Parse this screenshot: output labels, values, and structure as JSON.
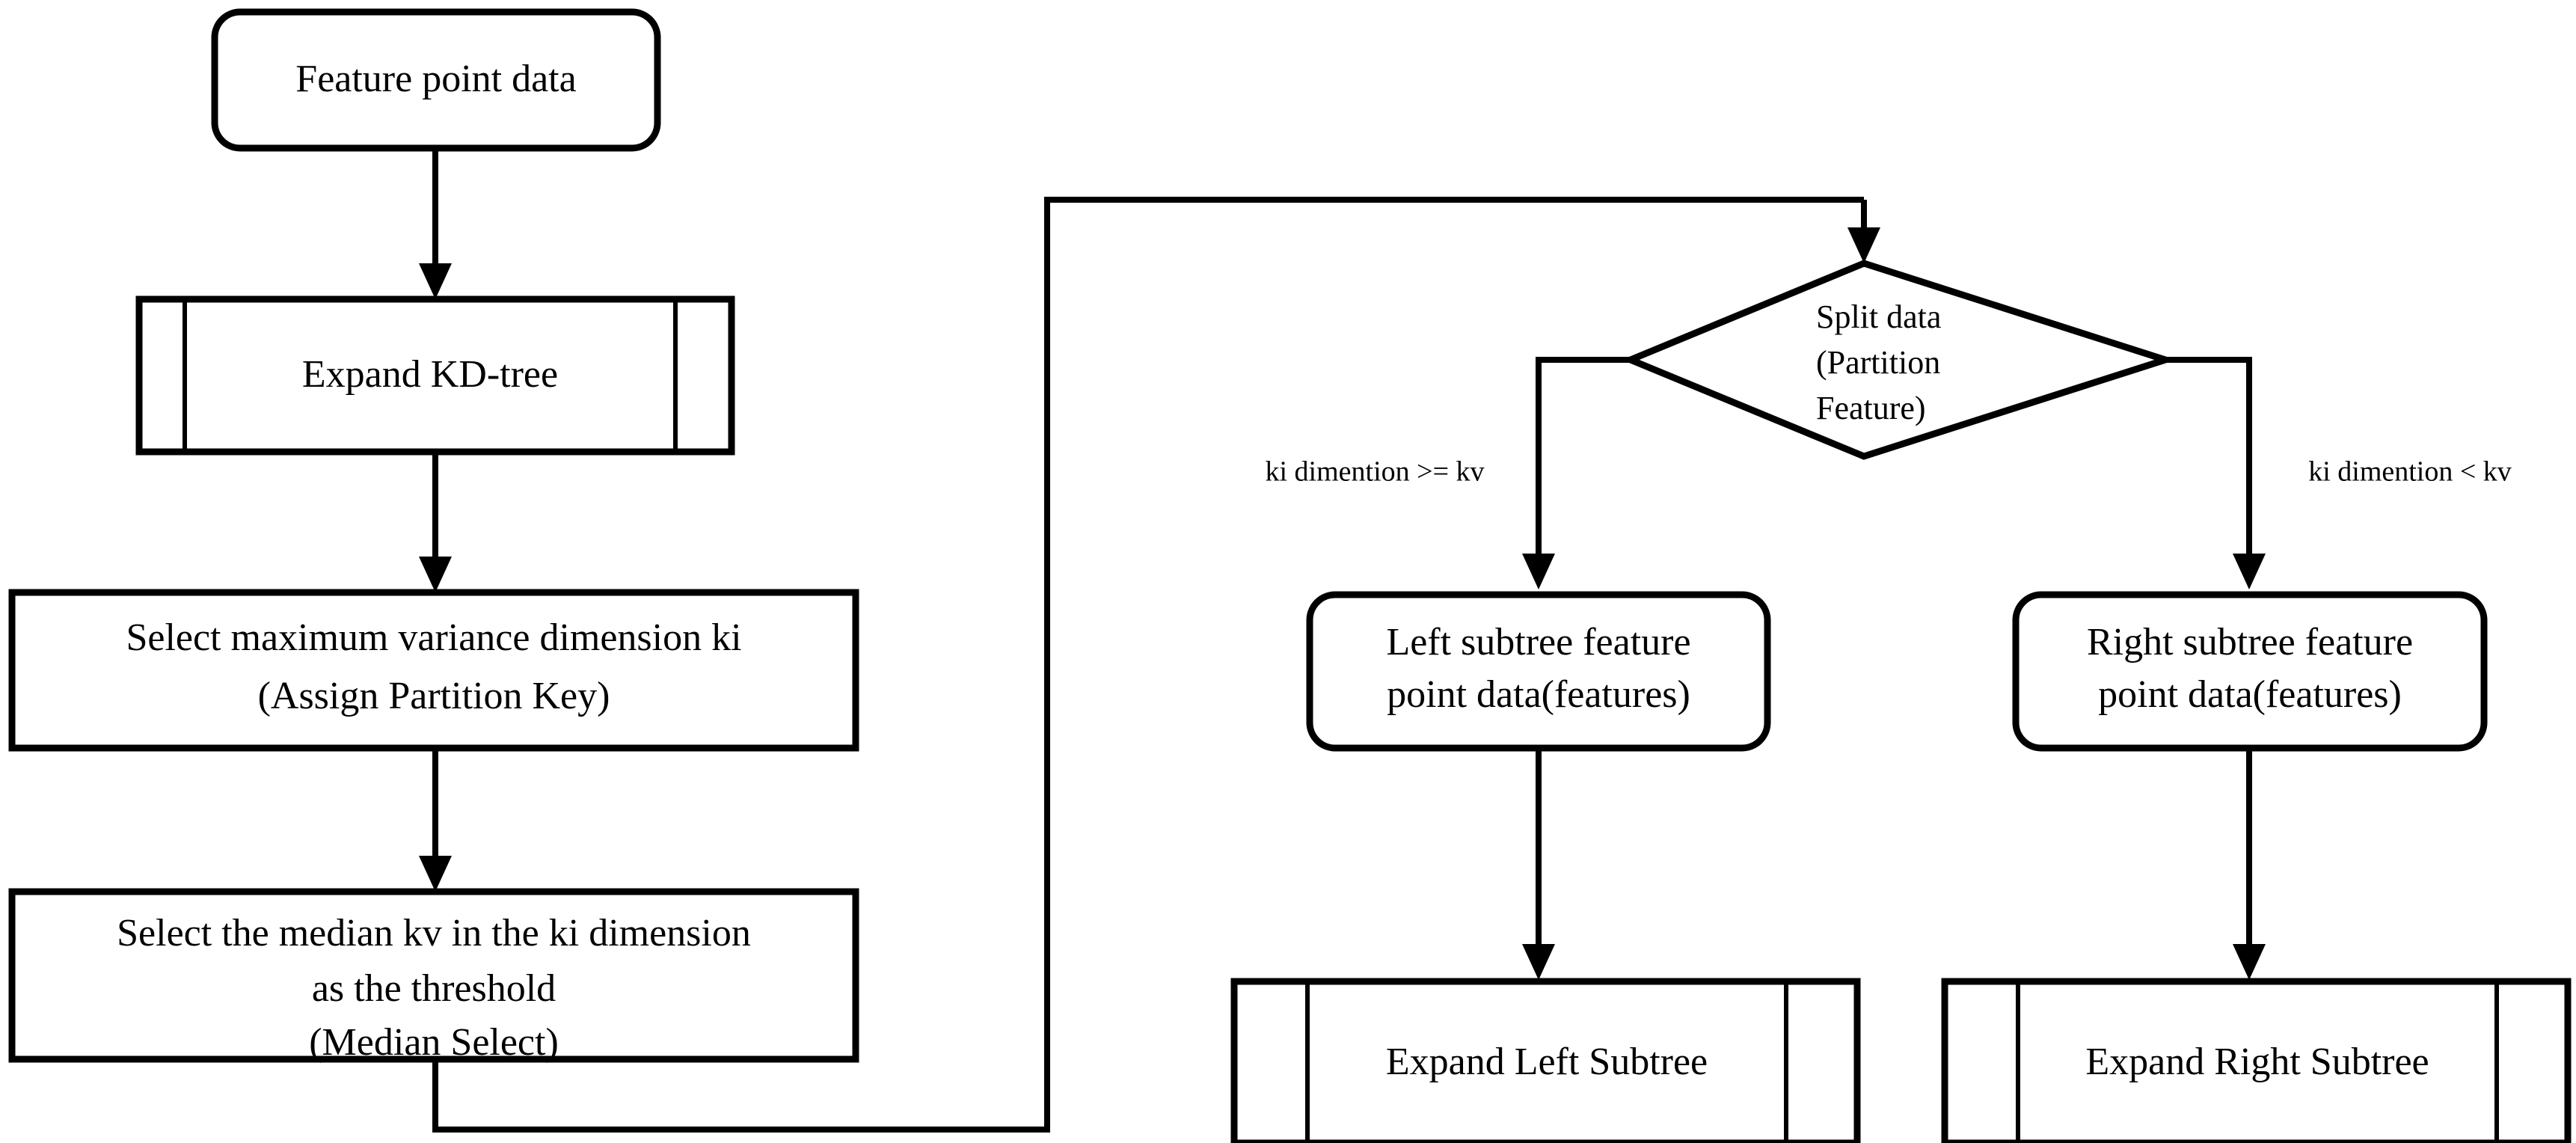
{
  "diagram": {
    "title": "KD-tree construction flowchart",
    "colors": {
      "stroke": "#000000",
      "fill": "#ffffff",
      "text": "#000000"
    },
    "nodes": {
      "feature_point_data": {
        "shape": "rounded-rectangle",
        "label": "Feature point data"
      },
      "expand_kd_tree": {
        "shape": "predefined-process",
        "label": "Expand KD-tree"
      },
      "select_max_variance": {
        "shape": "rectangle",
        "line1": "Select maximum  variance  dimension ki",
        "line2": "(Assign Partition Key)"
      },
      "select_median": {
        "shape": "rectangle",
        "line1": "Select the median kv in the ki  dimension",
        "line2": "as the threshold",
        "line3": "(Median Select)"
      },
      "split_data": {
        "shape": "diamond",
        "line1": "Split  data",
        "line2": "(Partition",
        "line3": "Feature)"
      },
      "left_subtree_data": {
        "shape": "rounded-rectangle",
        "line1": "Left subtree feature",
        "line2": "point data(features)"
      },
      "right_subtree_data": {
        "shape": "rounded-rectangle",
        "line1": "Right subtree feature",
        "line2": "point data(features)"
      },
      "expand_left_subtree": {
        "shape": "predefined-process",
        "label": "Expand Left Subtree"
      },
      "expand_right_subtree": {
        "shape": "predefined-process",
        "label": "Expand Right Subtree"
      }
    },
    "edge_labels": {
      "left_branch": "ki dimention  >= kv",
      "right_branch": "ki dimention  < kv"
    }
  }
}
